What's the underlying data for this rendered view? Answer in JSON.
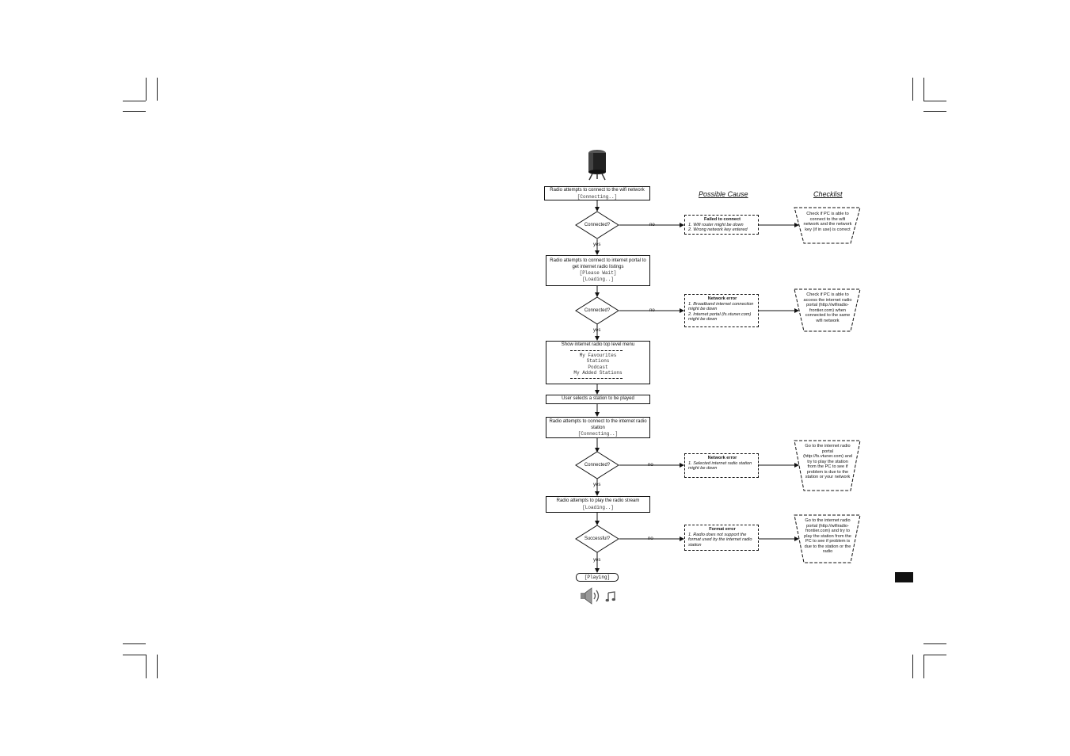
{
  "headers": {
    "cause": "Possible Cause",
    "checklist": "Checklist"
  },
  "steps": {
    "s1": {
      "line1": "Radio attempts to connect to the wifi network",
      "line2": "[Connecting..]"
    },
    "s2": {
      "line1": "Radio attempts to connect to internet portal to get internet radio listings",
      "line2": "[Please Wait]",
      "line3": "[Loading..]"
    },
    "s3": {
      "title": "Show internet radio top level menu",
      "items": [
        "My Favourites",
        "Stations",
        "Podcast",
        "My Added Stations"
      ]
    },
    "s4": {
      "line1": "User selects a station to be played"
    },
    "s5": {
      "line1": "Radio attempts to connect to the internet radio station",
      "line2": "[Connecting..]"
    },
    "s6": {
      "line1": "Radio attempts to play the radio stream",
      "line2": "[Loading..]"
    }
  },
  "decisions": [
    "Connected?",
    "Connected?",
    "Connected?",
    "Successful?"
  ],
  "labels": {
    "no": "no",
    "yes": "yes"
  },
  "causes": [
    {
      "title": "Failed to connect",
      "lines": [
        "1. Wifi router might be down",
        "2. Wrong network key entered"
      ]
    },
    {
      "title": "Network error",
      "lines": [
        "1. Broadband internet connection might be down",
        "2. Internet portal (fs.vtuner.com) might be down"
      ]
    },
    {
      "title": "Network error",
      "lines": [
        "1. Selected internet radio station might be down"
      ]
    },
    {
      "title": "Format error",
      "lines": [
        "1. Radio does not support the format used by the internet radio station"
      ]
    }
  ],
  "checklist": [
    "Check if PC is able to connect to the wifi network and the network key (if in use) is correct",
    "Check if PC is able to access the internet radio portal (http://wifiradio-frontier.com) when connected to the same wifi network",
    "Go to the internet radio portal (http://fs.vtuner.com) and try to play the station from the PC to see if problem is due to the station or your network",
    "Go to the internet radio portal (http://wifiradio-frontier.com) and try to play the station from the PC to see if problem is due to the station or the radio"
  ],
  "final": "[Playing]",
  "icons": [
    "radio-device-icon",
    "speaker-icon",
    "music-note-icon"
  ]
}
